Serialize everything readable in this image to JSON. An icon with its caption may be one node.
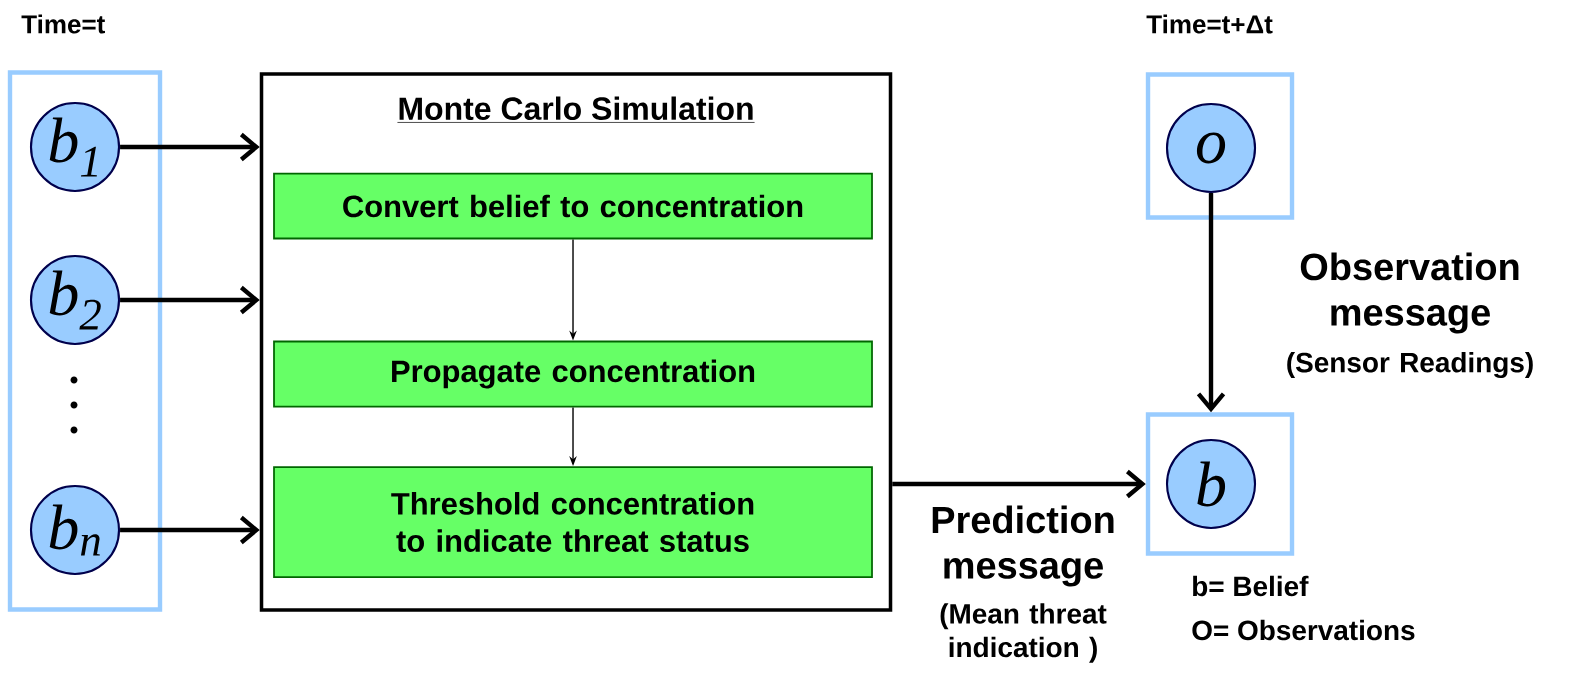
{
  "diagram": {
    "nodes": [
      {
        "text": [
          "Time=t"
        ]
      },
      {
        "text": [
          "b$_{1}$"
        ],
        "in": 0
      },
      {
        "text": [
          "b$_{2}$"
        ],
        "in": 0
      },
      {
        "text": [
          "b$_{n}$"
        ],
        "in": 0
      },
      {
        "text": [
          "Monte Carlo Simulation"
        ]
      },
      {
        "text": [
          "Convert belief to concentration"
        ],
        "in": 4
      },
      {
        "text": [
          "Propagate concentration"
        ],
        "in": 4
      },
      {
        "text": [
          "Threshold concentration to indicate threat status"
        ],
        "in": 4
      },
      {
        "text": [
          "Time=t+Δt"
        ]
      },
      {
        "text": [
          "o"
        ],
        "in": 8
      },
      {
        "text": [],
        "shape": "box"
      },
      {
        "text": [
          "b"
        ],
        "in": 10
      }
    ],
    "edges": [
      {
        "from": 1,
        "to": 4,
        "arrow": "to"
      },
      {
        "from": 2,
        "to": 4,
        "arrow": "to"
      },
      {
        "from": 3,
        "to": 4,
        "arrow": "to"
      },
      {
        "from": 5,
        "to": 6,
        "arrow": "to"
      },
      {
        "from": 6,
        "to": 7,
        "arrow": "to"
      },
      {
        "from": 4,
        "to": 10,
        "arrow": "to",
        "label": "Prediction message"
      },
      {
        "from": 9,
        "to": 10,
        "arrow": "to",
        "label": "Observation message"
      }
    ],
    "labels": [
      "(Sensor Readings)",
      "(Mean threat indication )",
      "b= Belief",
      "O= Observations"
    ]
  }
}
